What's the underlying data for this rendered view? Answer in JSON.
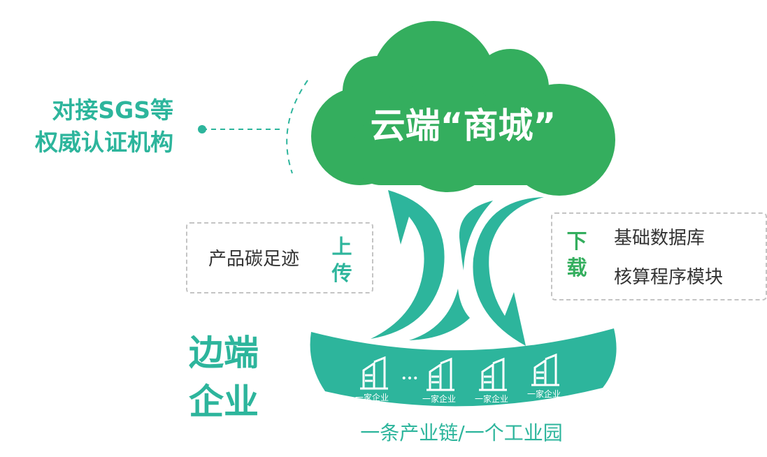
{
  "cloud": {
    "title": "云端“商城”"
  },
  "certification": {
    "line1": "对接SGS等",
    "line2": "权威认证机构"
  },
  "upload": {
    "item": "产品碳足迹",
    "action": "上传"
  },
  "download": {
    "action": "下载",
    "items": [
      "基础数据库",
      "核算程序模块"
    ]
  },
  "edge": {
    "line1": "边端",
    "line2": "企业"
  },
  "enterprises": {
    "label": "一家企业",
    "ellipsis": "•••"
  },
  "footer": "一条产业链/一个工业园",
  "colors": {
    "cloud": "#34ae5e",
    "teal": "#2db59c",
    "border": "#c4c4c4"
  }
}
